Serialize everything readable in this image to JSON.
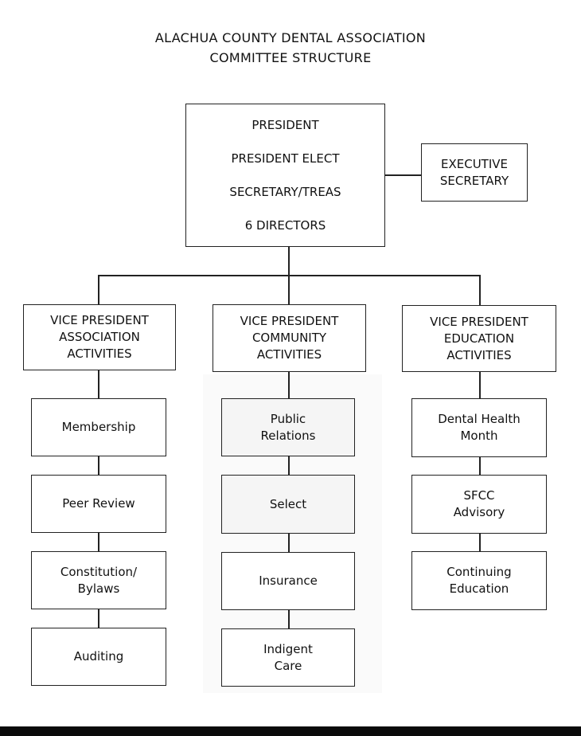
{
  "title": {
    "line1": "ALACHUA COUNTY DENTAL ASSOCIATION",
    "line2": "COMMITTEE STRUCTURE"
  },
  "president_box": {
    "lines": [
      "PRESIDENT",
      "PRESIDENT ELECT",
      "SECRETARY/TREAS",
      "6 DIRECTORS"
    ]
  },
  "executive_secretary": {
    "lines": [
      "EXECUTIVE",
      "SECRETARY"
    ]
  },
  "vice_presidents": [
    {
      "lines": [
        "VICE PRESIDENT",
        "ASSOCIATION",
        "ACTIVITIES"
      ],
      "committees": [
        {
          "lines": [
            "Membership"
          ]
        },
        {
          "lines": [
            "Peer Review"
          ]
        },
        {
          "lines": [
            "Constitution/",
            "Bylaws"
          ]
        },
        {
          "lines": [
            "Auditing"
          ]
        }
      ]
    },
    {
      "lines": [
        "VICE PRESIDENT",
        "COMMUNITY",
        "ACTIVITIES"
      ],
      "committees": [
        {
          "lines": [
            "Public",
            "Relations"
          ]
        },
        {
          "lines": [
            "Select"
          ]
        },
        {
          "lines": [
            "Insurance"
          ]
        },
        {
          "lines": [
            "Indigent",
            "Care"
          ]
        }
      ]
    },
    {
      "lines": [
        "VICE PRESIDENT",
        "EDUCATION",
        "ACTIVITIES"
      ],
      "committees": [
        {
          "lines": [
            "Dental Health",
            "Month"
          ]
        },
        {
          "lines": [
            "SFCC",
            "Advisory"
          ]
        },
        {
          "lines": [
            "Continuing",
            "Education"
          ]
        }
      ]
    }
  ]
}
